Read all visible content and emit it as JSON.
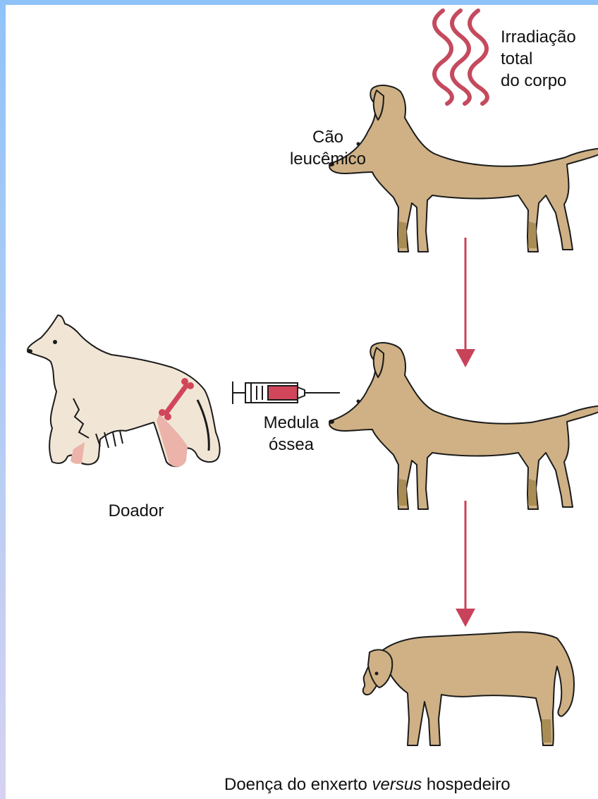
{
  "labels": {
    "irradiation": [
      "Irradiação",
      "total",
      "do corpo"
    ],
    "leukemic_dog": [
      "Cão",
      "leucêmico"
    ],
    "bone_marrow": [
      "Medula",
      "óssea"
    ],
    "donor": "Doador",
    "caption": {
      "before": "Doença do enxerto ",
      "italic": "versus",
      "after": " hospedeiro"
    }
  },
  "colors": {
    "hound_fill": "#cfb185",
    "hound_shadow": "#a98d55",
    "collie_fill": "#f1e6d6",
    "collie_leg": "#ebb3a9",
    "arrow": "#c8435a",
    "radiation": "#c54a5e",
    "bone": "#d2465b",
    "outline": "#1b1b1b"
  },
  "icons": {
    "radiation": "wavy-lines-icon",
    "syringe": "syringe-icon",
    "bone": "bone-icon"
  }
}
